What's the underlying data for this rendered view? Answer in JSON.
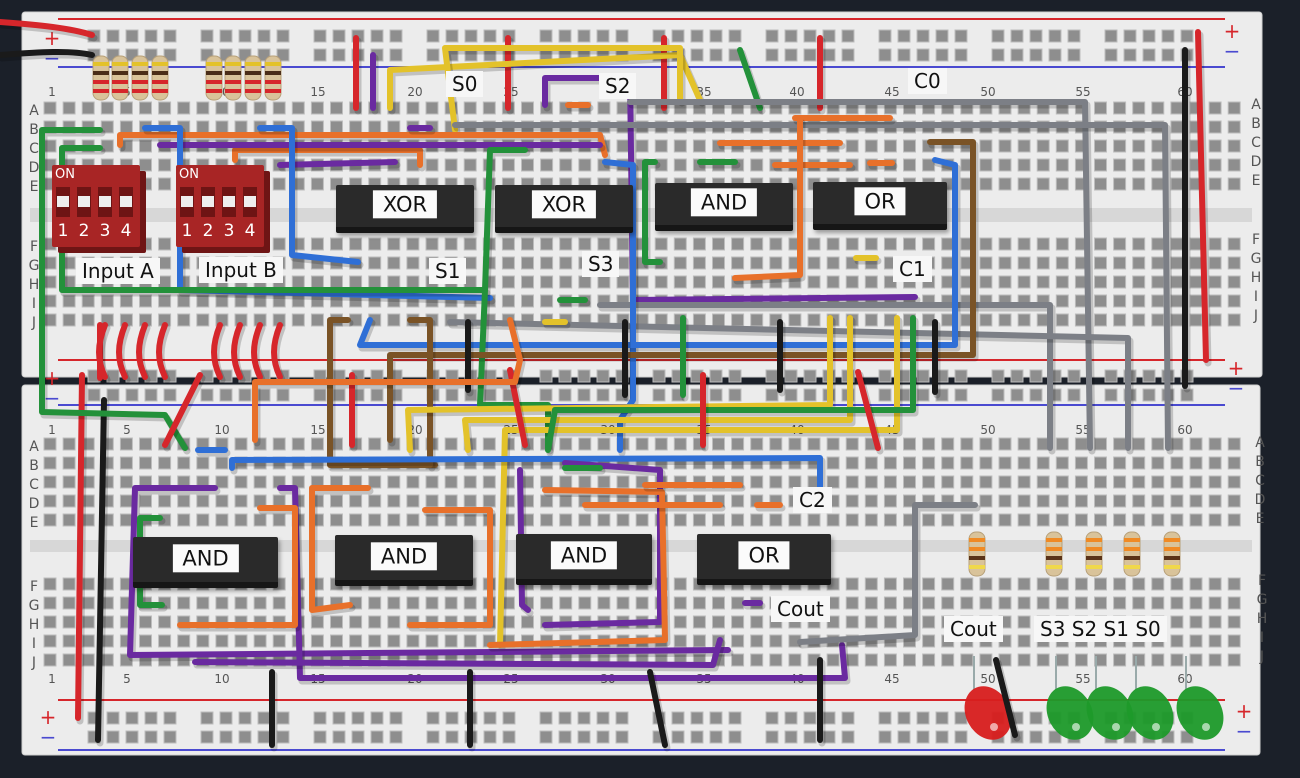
{
  "app": {
    "view": "breadboard-simulator"
  },
  "chips": [
    {
      "label": "XOR",
      "role": "xor-1"
    },
    {
      "label": "XOR",
      "role": "xor-2"
    },
    {
      "label": "AND",
      "role": "and-top"
    },
    {
      "label": "OR",
      "role": "or-top"
    },
    {
      "label": "AND",
      "role": "and-bottom-1"
    },
    {
      "label": "AND",
      "role": "and-bottom-2"
    },
    {
      "label": "AND",
      "role": "and-bottom-3"
    },
    {
      "label": "OR",
      "role": "or-bottom"
    }
  ],
  "dip_switches": [
    {
      "label": "Input A",
      "on_label": "ON",
      "switches": [
        "1",
        "2",
        "3",
        "4"
      ]
    },
    {
      "label": "Input B",
      "on_label": "ON",
      "switches": [
        "1",
        "2",
        "3",
        "4"
      ]
    }
  ],
  "net_labels": {
    "s0": "S0",
    "s1": "S1",
    "s2": "S2",
    "s3": "S3",
    "c0": "C0",
    "c1": "C1",
    "c2": "C2",
    "cout": "Cout"
  },
  "led_labels": {
    "cout": "Cout",
    "sums": "S3 S2 S1 S0"
  },
  "leds": [
    {
      "name": "Cout",
      "color": "#d81e1e"
    },
    {
      "name": "S3",
      "color": "#1e9a2a"
    },
    {
      "name": "S2",
      "color": "#1e9a2a"
    },
    {
      "name": "S1",
      "color": "#1e9a2a"
    },
    {
      "name": "S0",
      "color": "#1e9a2a"
    }
  ],
  "breadboard": {
    "row_labels_top": [
      "A",
      "B",
      "C",
      "D",
      "E"
    ],
    "row_labels_bottom": [
      "F",
      "G",
      "H",
      "I",
      "J"
    ],
    "column_ticks": [
      "1",
      "5",
      "10",
      "15",
      "20",
      "25",
      "30",
      "35",
      "40",
      "45",
      "50",
      "55",
      "60"
    ],
    "rail_plus": "+",
    "rail_minus": "−"
  },
  "wire_colors": {
    "red": "#d6262b",
    "black": "#1a1a1a",
    "blue": "#2f6fd6",
    "green": "#23913a",
    "yellow": "#e3c22a",
    "orange": "#e8702a",
    "purple": "#6a2aa0",
    "brown": "#7a5326",
    "gray": "#7c7f86"
  }
}
